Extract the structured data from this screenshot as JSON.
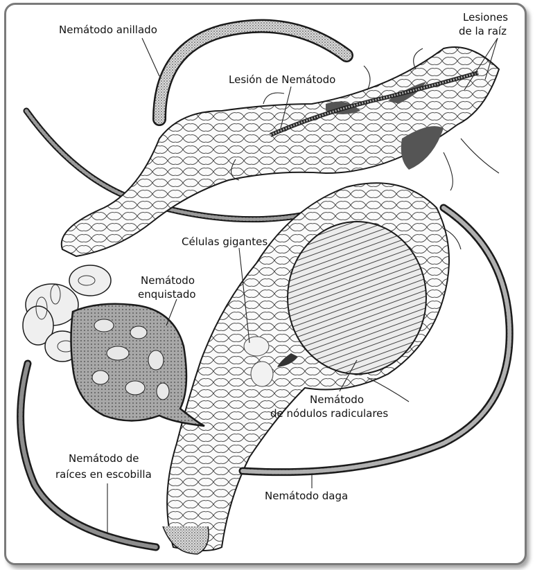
{
  "labels": {
    "ringed": "Nemátodo anillado",
    "root_lesions_1": "Lesiones",
    "root_lesions_2": "de la raíz",
    "nema_lesion": "Lesión de Nemátodo",
    "giant_cells": "Células gigantes",
    "cyst_1": "Nemátodo",
    "cyst_2": "enquistado",
    "root_knot_1": "Nemátodo",
    "root_knot_2": "de nódulos radiculares",
    "stubby_1": "Nemátodo de",
    "stubby_2": "raíces en escobilla",
    "dagger": "Nemátodo daga"
  },
  "colors": {
    "line": "#1a1a1a",
    "tissue": "#f4f4f4",
    "cyst": "#9a9a9a",
    "lesion": "#555555",
    "cell_line": "#3a3a3a"
  }
}
